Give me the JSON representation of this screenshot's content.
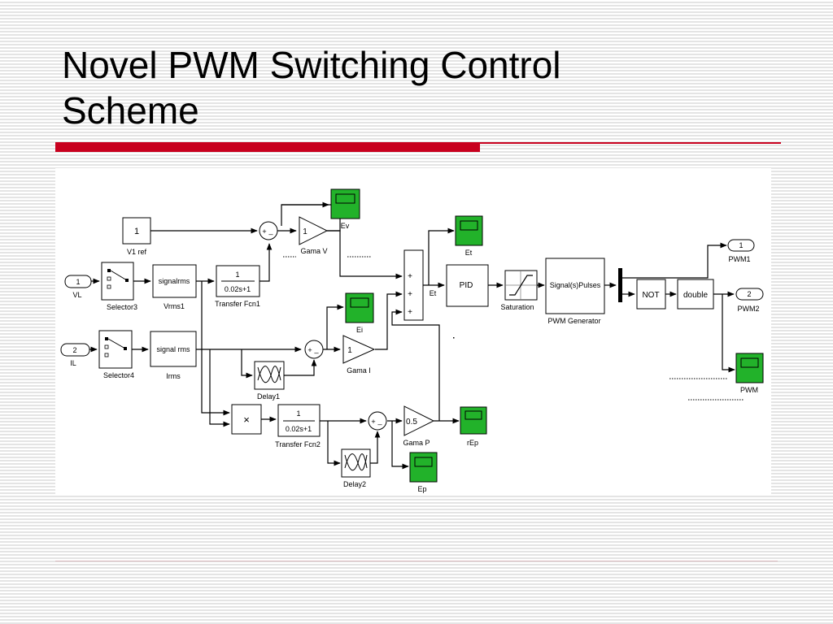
{
  "slide": {
    "title_line_1": "Novel PWM Switching Control",
    "title_line_2": "Scheme"
  },
  "colors": {
    "accent_red": "#c8001e",
    "scope_green": "#22b22a",
    "wire": "#000000"
  },
  "blocks": {
    "v1ref": {
      "value": "1",
      "label": "V1 ref"
    },
    "vl_in": {
      "port": "1",
      "label": "VL"
    },
    "il_in": {
      "port": "2",
      "label": "IL"
    },
    "selector3": {
      "label": "Selector3"
    },
    "selector4": {
      "label": "Selector4"
    },
    "vrms1": {
      "text": "signalrms",
      "label": "Vrms1"
    },
    "irms": {
      "text": "signal rms",
      "label": "Irms"
    },
    "tf1": {
      "num": "1",
      "den": "0.02s+1",
      "label": "Transfer Fcn1"
    },
    "tf2": {
      "num": "1",
      "den": "0.02s+1",
      "label": "Transfer Fcn2"
    },
    "gama_v": {
      "gain": "1",
      "label": "Gama V"
    },
    "gama_i": {
      "gain": "1",
      "label": "Gama I"
    },
    "gama_p": {
      "gain": "0.5",
      "label": "Gama P"
    },
    "sum_signs": {
      "plus": "+",
      "minus": "_"
    },
    "delay1": {
      "label": "Delay1"
    },
    "delay2": {
      "label": "Delay2"
    },
    "product": {
      "symbol": "×"
    },
    "scope_ev": {
      "label": "Ev"
    },
    "scope_et": {
      "label": "Et"
    },
    "scope_ei": {
      "label": "Ei"
    },
    "scope_rep": {
      "label": "rEp"
    },
    "scope_ep": {
      "label": "Ep"
    },
    "scope_pwm": {
      "label": "PWM"
    },
    "sum3": {
      "plus": "+",
      "label": "Et"
    },
    "pid": {
      "text": "PID"
    },
    "saturation": {
      "label": "Saturation"
    },
    "pwm_gen": {
      "text": "Signal(s)Pulses",
      "label": "PWM Generator"
    },
    "not_block": {
      "text": "NOT"
    },
    "double_block": {
      "text": "double"
    },
    "pwm1_out": {
      "port": "1",
      "label": "PWM1"
    },
    "pwm2_out": {
      "port": "2",
      "label": "PWM2"
    }
  }
}
